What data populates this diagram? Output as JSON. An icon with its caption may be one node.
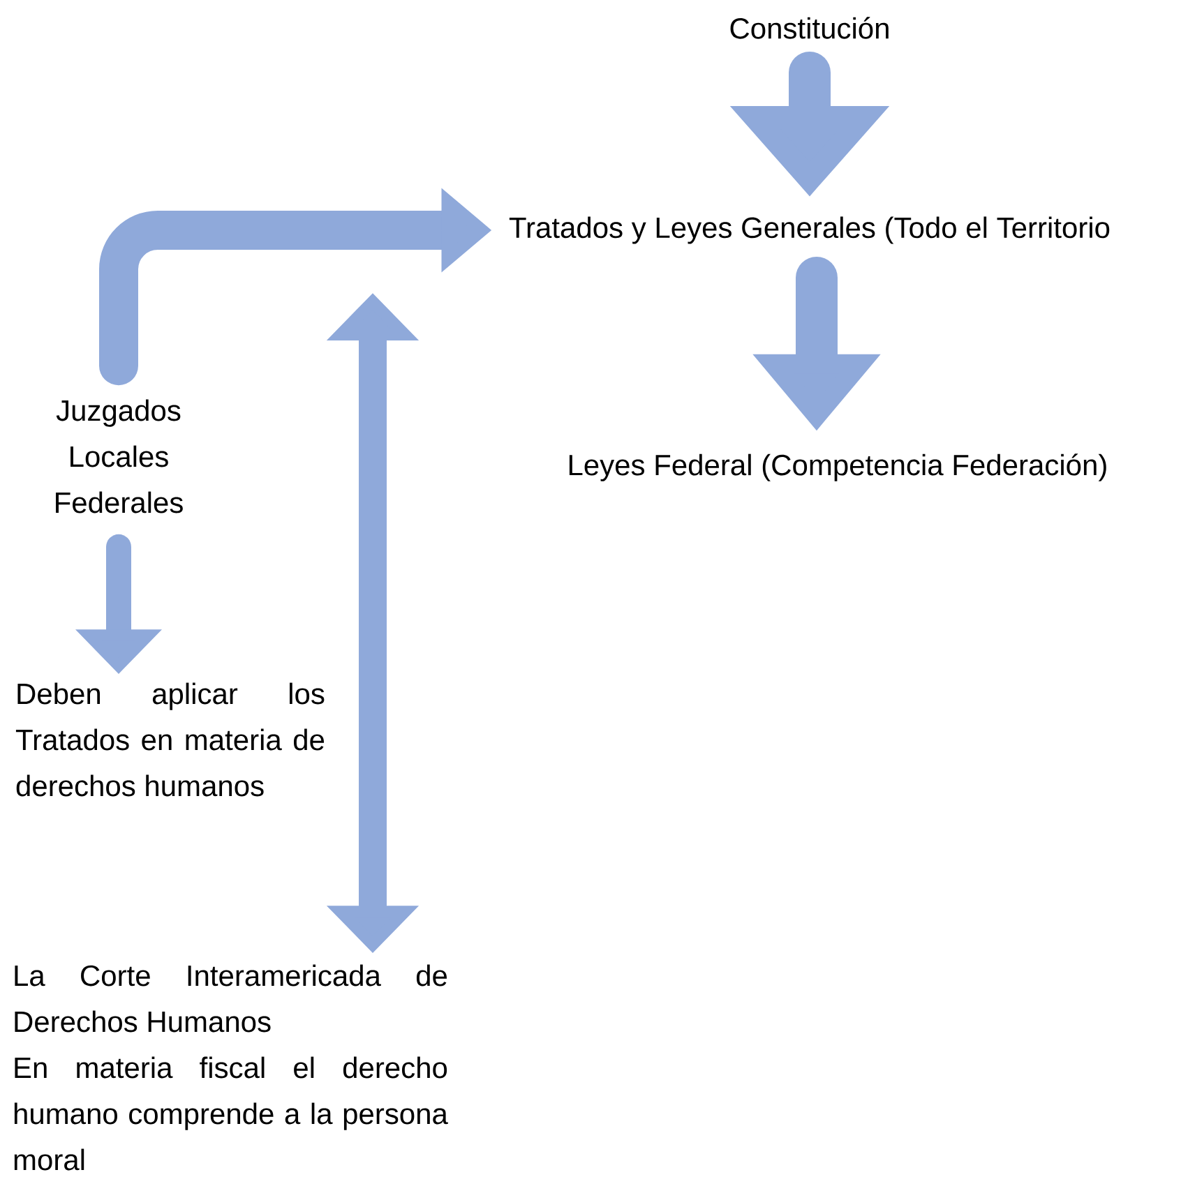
{
  "diagram": {
    "nodes": [
      {
        "text": [
          "Constitución"
        ]
      },
      {
        "text": [
          "Tratados y Leyes Generales (Todo el Territorio"
        ]
      },
      {
        "text": [
          "Leyes Federal (Competencia Federación)"
        ]
      },
      {
        "text": [
          "Juzgados Locales Federales"
        ]
      },
      {
        "text": [
          "Deben aplicar los Tratados en materia de derechos humanos"
        ]
      },
      {
        "text": [
          "La Corte Interamericada de Derechos Humanos",
          "En materia fiscal el derecho humano comprende a la persona moral"
        ]
      }
    ],
    "edges": [
      {
        "from": 0,
        "to": 1,
        "arrow": "to"
      },
      {
        "from": 1,
        "to": 2,
        "arrow": "to"
      },
      {
        "from": 3,
        "to": 1,
        "arrow": "to"
      },
      {
        "from": 3,
        "to": 4,
        "arrow": "to"
      },
      {
        "from": 5,
        "to": null,
        "arrow": "both"
      }
    ]
  }
}
